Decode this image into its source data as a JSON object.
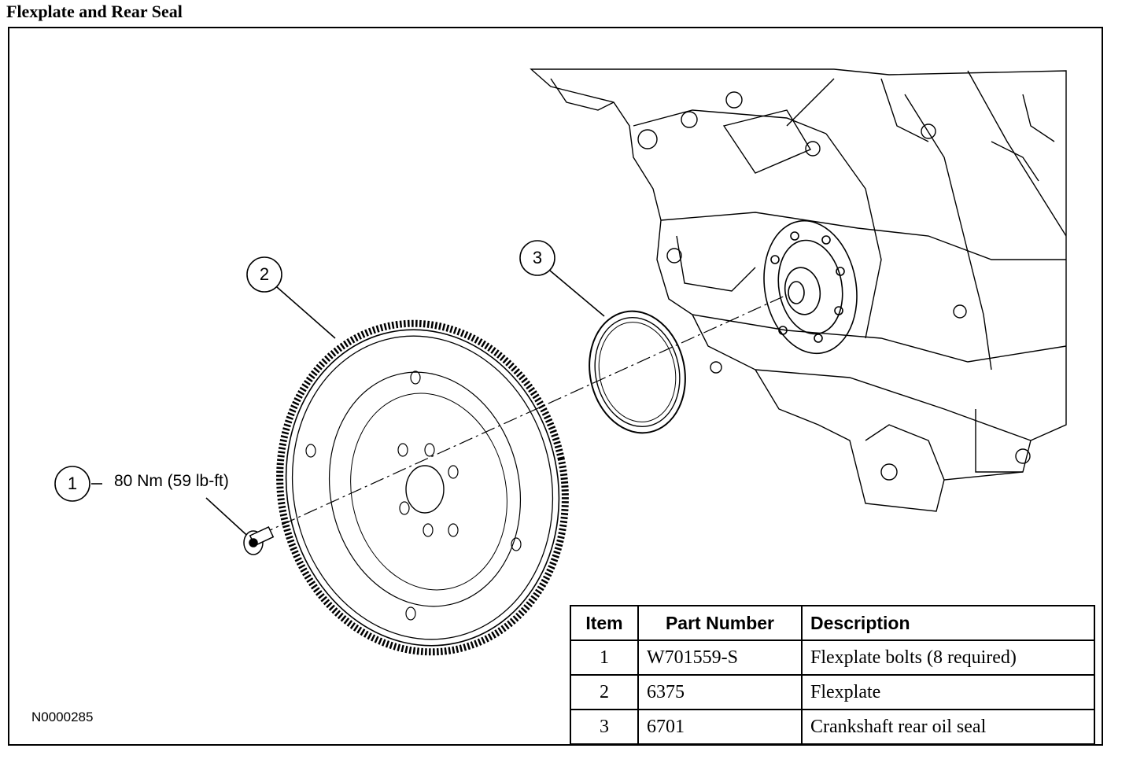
{
  "title": "Flexplate and Rear Seal",
  "callouts": [
    {
      "num": "1"
    },
    {
      "num": "2"
    },
    {
      "num": "3"
    }
  ],
  "torque_spec": "80 Nm (59 lb-ft)",
  "figure_id": "N0000285",
  "table": {
    "headers": [
      "Item",
      "Part Number",
      "Description"
    ],
    "rows": [
      {
        "item": "1",
        "part": "W701559-S",
        "desc": "Flexplate bolts (8 required)"
      },
      {
        "item": "2",
        "part": "6375",
        "desc": "Flexplate"
      },
      {
        "item": "3",
        "part": "6701",
        "desc": "Crankshaft rear oil seal"
      }
    ]
  }
}
